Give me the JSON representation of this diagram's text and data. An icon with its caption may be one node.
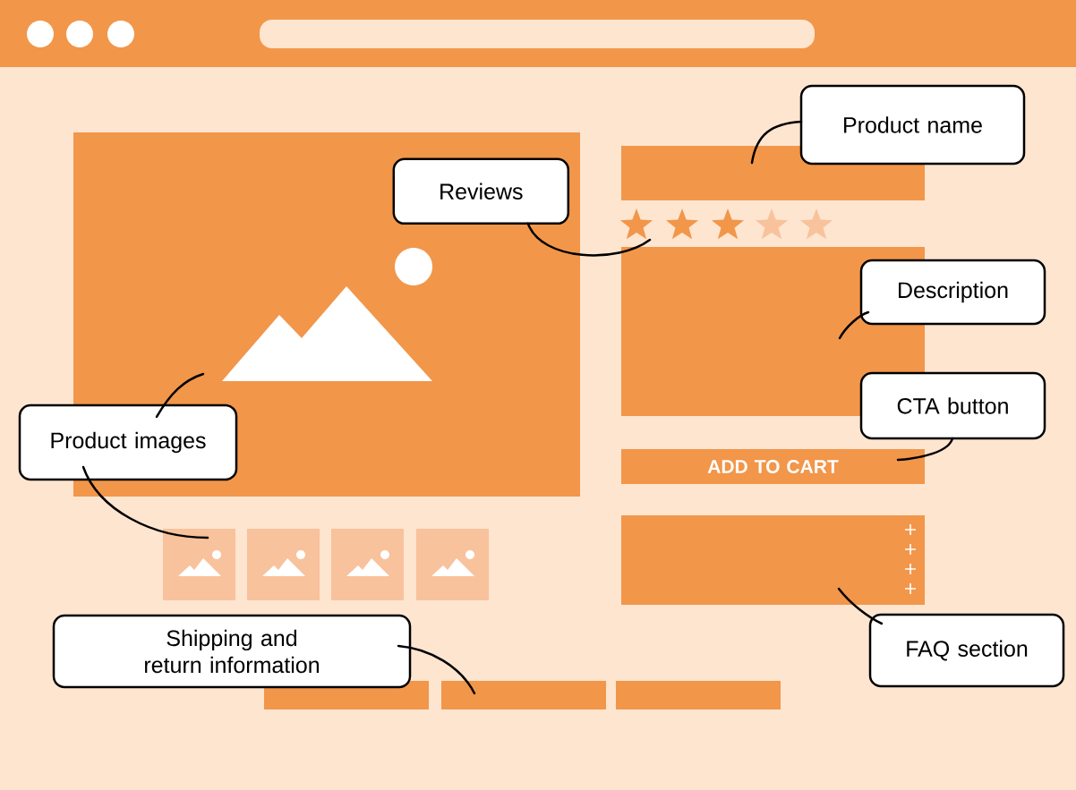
{
  "diagram": {
    "nodes": [
      {
        "text": [
          "Product name"
        ]
      },
      {
        "text": [
          "Reviews"
        ],
        "in": 15
      },
      {
        "text": [
          "Description"
        ]
      },
      {
        "text": [
          "CTA button"
        ]
      },
      {
        "text": [
          "Product images"
        ]
      },
      {
        "text": [
          "Shipping and return information"
        ]
      },
      {
        "text": [
          "FAQ section"
        ]
      },
      {
        "text": [
          "ADD TO CART"
        ]
      },
      {
        "text": [],
        "shape": "bar"
      },
      {
        "text": [],
        "shape": "star"
      },
      {
        "text": [],
        "shape": "star"
      },
      {
        "text": [],
        "shape": "star"
      },
      {
        "text": [],
        "shape": "star"
      },
      {
        "text": [],
        "shape": "star"
      },
      {
        "text": [],
        "shape": "box"
      },
      {
        "text": [],
        "shape": "picture"
      },
      {
        "text": [],
        "shape": "picture"
      },
      {
        "text": [],
        "shape": "picture"
      },
      {
        "text": [],
        "shape": "picture"
      },
      {
        "text": [],
        "shape": "picture"
      },
      {
        "text": [],
        "shape": "box"
      },
      {
        "text": [],
        "shape": "bar"
      },
      {
        "text": [],
        "shape": "bar"
      },
      {
        "text": [],
        "shape": "bar"
      }
    ],
    "edges": [
      {
        "from": 0,
        "to": 8,
        "arrow": "none"
      },
      {
        "from": 1,
        "to": 9,
        "arrow": "none"
      },
      {
        "from": 2,
        "to": 14,
        "arrow": "none"
      },
      {
        "from": 3,
        "to": 7,
        "arrow": "none"
      },
      {
        "from": 4,
        "to": 15,
        "arrow": "none"
      },
      {
        "from": 4,
        "to": 16,
        "arrow": "none"
      },
      {
        "from": 5,
        "to": 22,
        "arrow": "none"
      },
      {
        "from": 6,
        "to": 20,
        "arrow": "none"
      }
    ]
  }
}
